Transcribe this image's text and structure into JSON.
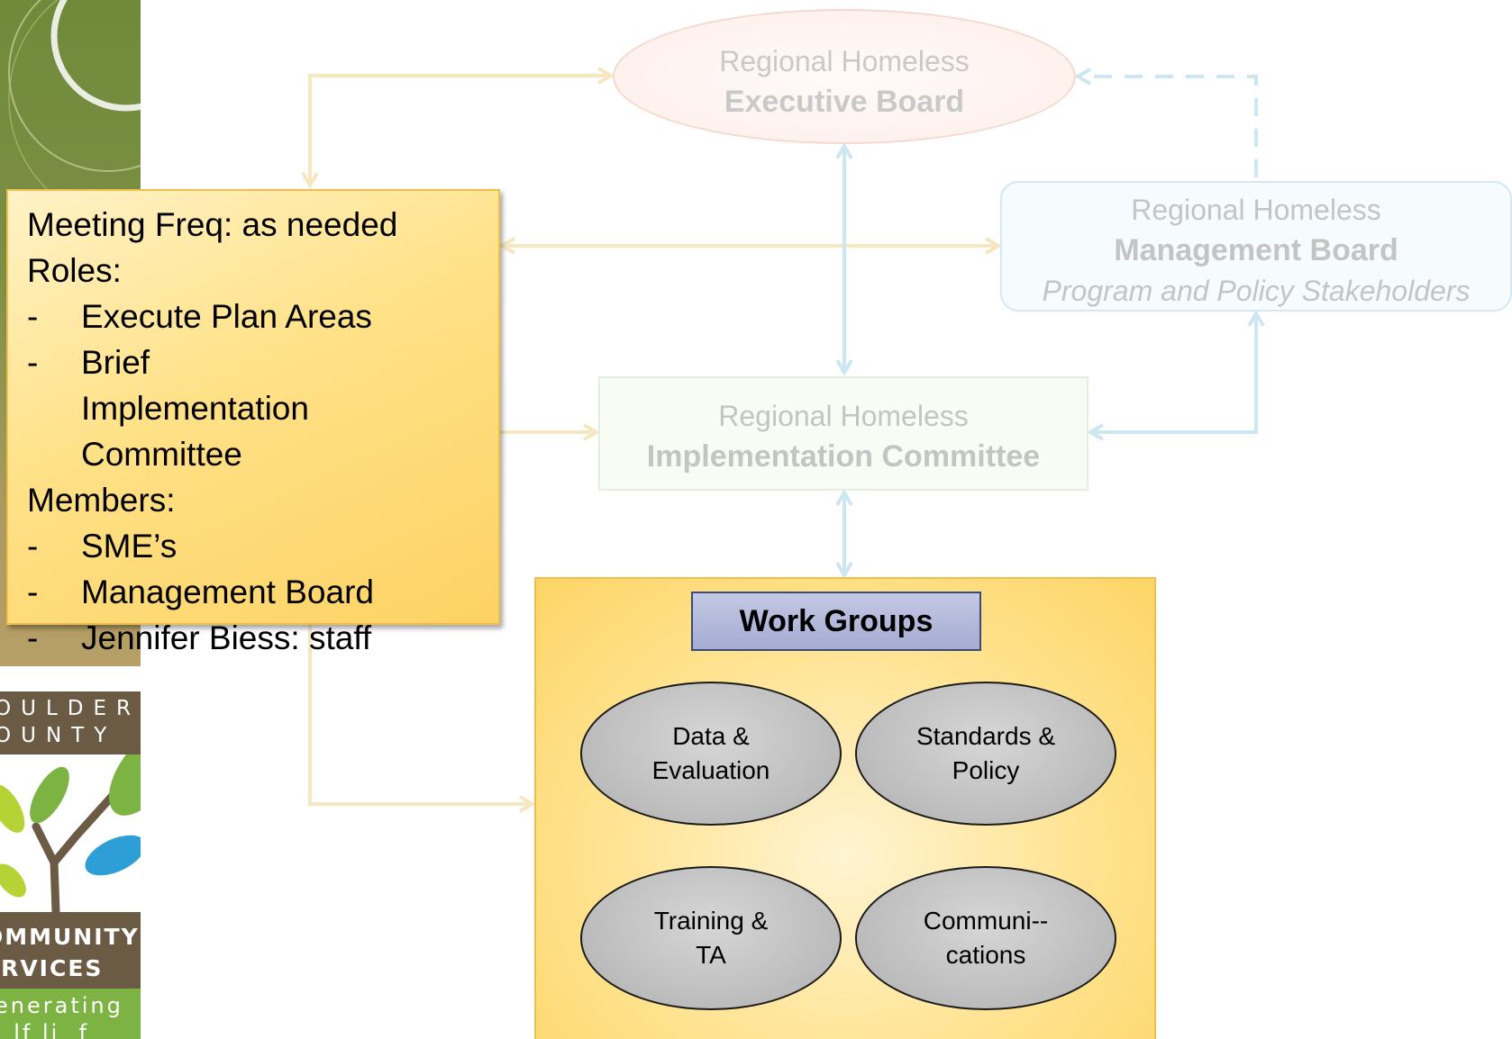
{
  "logo": {
    "top_text": "OULDER\nOUNTY",
    "org_text": "OMMUNITY\nERVICES",
    "tagline": "enerating\n  lf li  f",
    "colors": {
      "brown": "#6b5a44",
      "green": "#7cb342",
      "leaf_light": "#b5d334",
      "leaf_blue": "#2e9fd6"
    }
  },
  "nodes": {
    "executive": {
      "line1": "Regional Homeless",
      "line2": "Executive Board"
    },
    "management": {
      "line1": "Regional Homeless",
      "line2": "Management  Board",
      "line3": "Program and Policy Stakeholders"
    },
    "implementation": {
      "line1": "Regional Homeless",
      "line2": "Implementation Committee"
    }
  },
  "note": {
    "freq": "Meeting Freq: as needed",
    "roles_heading": "Roles:",
    "roles": [
      "Execute Plan Areas",
      "Brief Implementation Committee"
    ],
    "members_heading": "Members:",
    "members": [
      "SME’s",
      "Management Board",
      "Jennifer Biess: staff"
    ],
    "dash": "-"
  },
  "work_groups": {
    "title": "Work Groups",
    "groups": [
      "Data &\nEvaluation",
      "Standards &\nPolicy",
      "Training &\nTA",
      "Communi--\ncations"
    ]
  },
  "colors": {
    "yellow_arrow": "#f6e7c1",
    "blue_arrow": "#cde7f2",
    "note_border": "#f0be4a",
    "title_fill": "#aeb4d8",
    "oval_fill": "#c4c4c4"
  }
}
